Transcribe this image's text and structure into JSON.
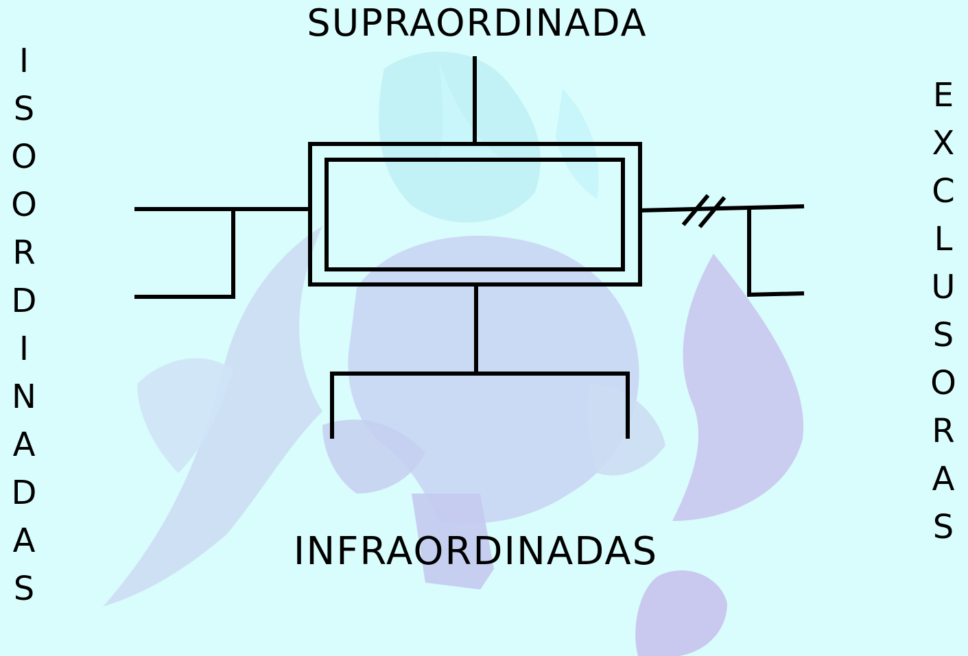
{
  "diagram": {
    "top_label": "SUPRAORDINADA",
    "bottom_label": "INFRAORDINADAS",
    "left_label": "ISOORDINADAS",
    "right_label": "EXCLUSORAS"
  },
  "colors": {
    "background": "#d9fcfc",
    "watermark": "#c9c8ee",
    "watermark_light": "#c2f2f6",
    "line": "#000000"
  }
}
